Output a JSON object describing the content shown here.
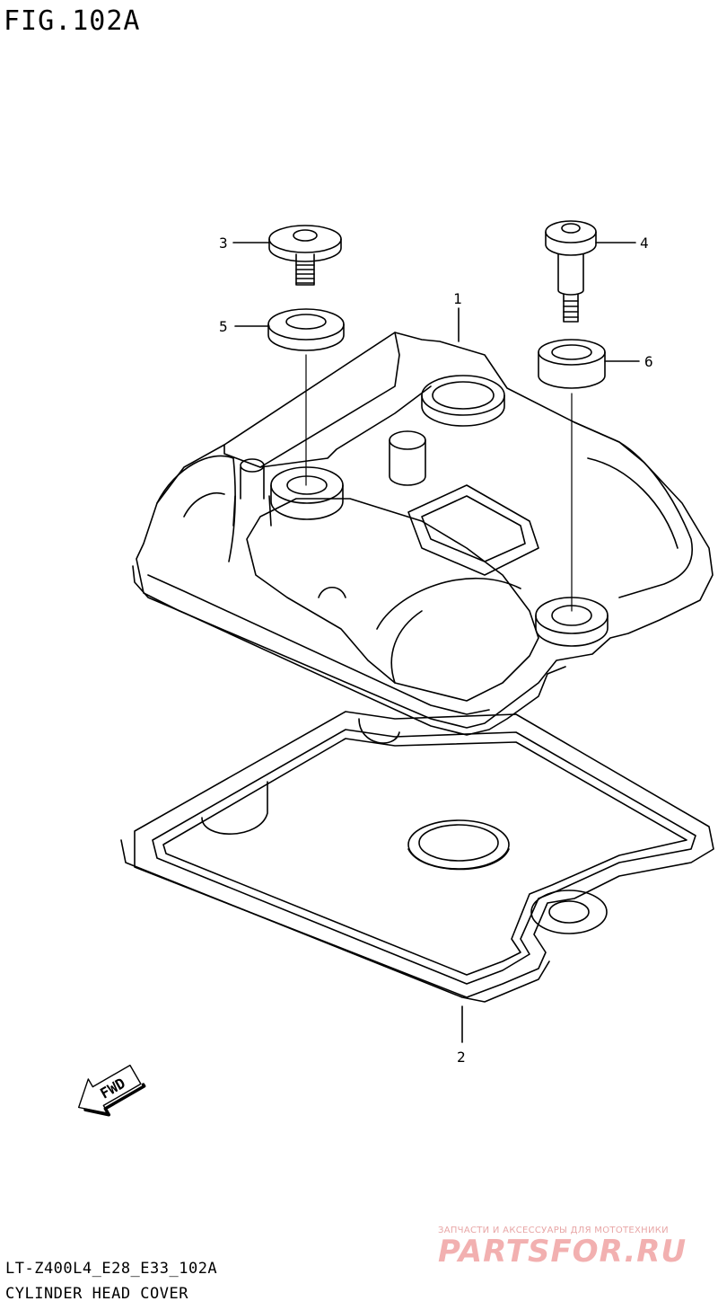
{
  "figure": {
    "title": "FIG.102A"
  },
  "callouts": [
    {
      "id": "callout-1",
      "label": "1"
    },
    {
      "id": "callout-2",
      "label": "2"
    },
    {
      "id": "callout-3",
      "label": "3"
    },
    {
      "id": "callout-4",
      "label": "4"
    },
    {
      "id": "callout-5",
      "label": "5"
    },
    {
      "id": "callout-6",
      "label": "6"
    }
  ],
  "fwd_arrow": {
    "label": "FWD"
  },
  "footer": {
    "model_code": "LT-Z400L4_E28_E33_102A",
    "section_name": "CYLINDER HEAD COVER"
  },
  "watermark": {
    "tagline": "ЗАПЧАСТИ И АКСЕССУАРЫ ДЛЯ МОТОТЕХНИКИ",
    "brand": "PARTSFOR.RU"
  }
}
